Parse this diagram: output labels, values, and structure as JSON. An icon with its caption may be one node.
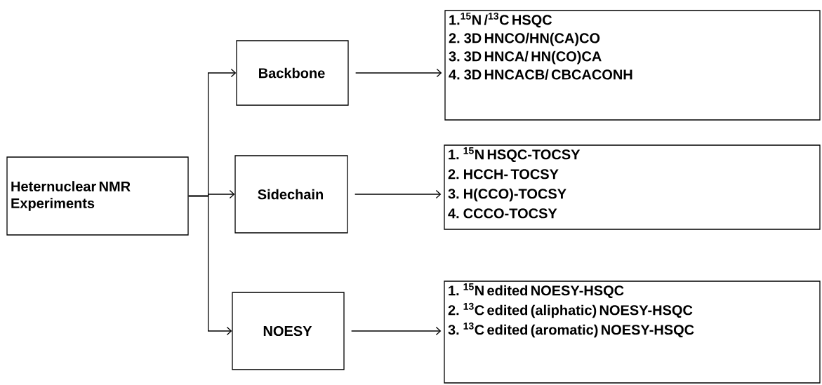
{
  "diagram": {
    "nodes": [
      {
        "text": [
          "Heternuclear NMR Experiments"
        ]
      },
      {
        "text": [
          "Backbone"
        ]
      },
      {
        "text": [
          "Sidechain"
        ]
      },
      {
        "text": [
          "NOESY"
        ]
      },
      {
        "text": [
          "1.$^{15}$N /$^{13}$C HSQC",
          "2. 3D  HNCO/HN(CA)CO",
          "3. 3D HNCA/ HN(CO)CA",
          "4. 3D HNCACB/ CBCACONH"
        ]
      },
      {
        "text": [
          "1. $^{15}$N HSQC-TOCSY",
          "2. HCCH- TOCSY",
          "3. H(CCO)-TOCSY",
          "4. CCCO-TOCSY"
        ]
      },
      {
        "text": [
          "1. $^{15}$N edited NOESY-HSQC",
          "2. $^{13}$C edited (aliphatic) NOESY-HSQC",
          "3. $^{13}$C edited (aromatic) NOESY-HSQC"
        ]
      }
    ],
    "edges": [
      {
        "from": 0,
        "to": 1,
        "arrow": "to"
      },
      {
        "from": 0,
        "to": 2,
        "arrow": "to"
      },
      {
        "from": 0,
        "to": 3,
        "arrow": "to"
      },
      {
        "from": 1,
        "to": 4,
        "arrow": "to"
      },
      {
        "from": 2,
        "to": 5,
        "arrow": "to"
      },
      {
        "from": 3,
        "to": 6,
        "arrow": "to"
      }
    ]
  }
}
